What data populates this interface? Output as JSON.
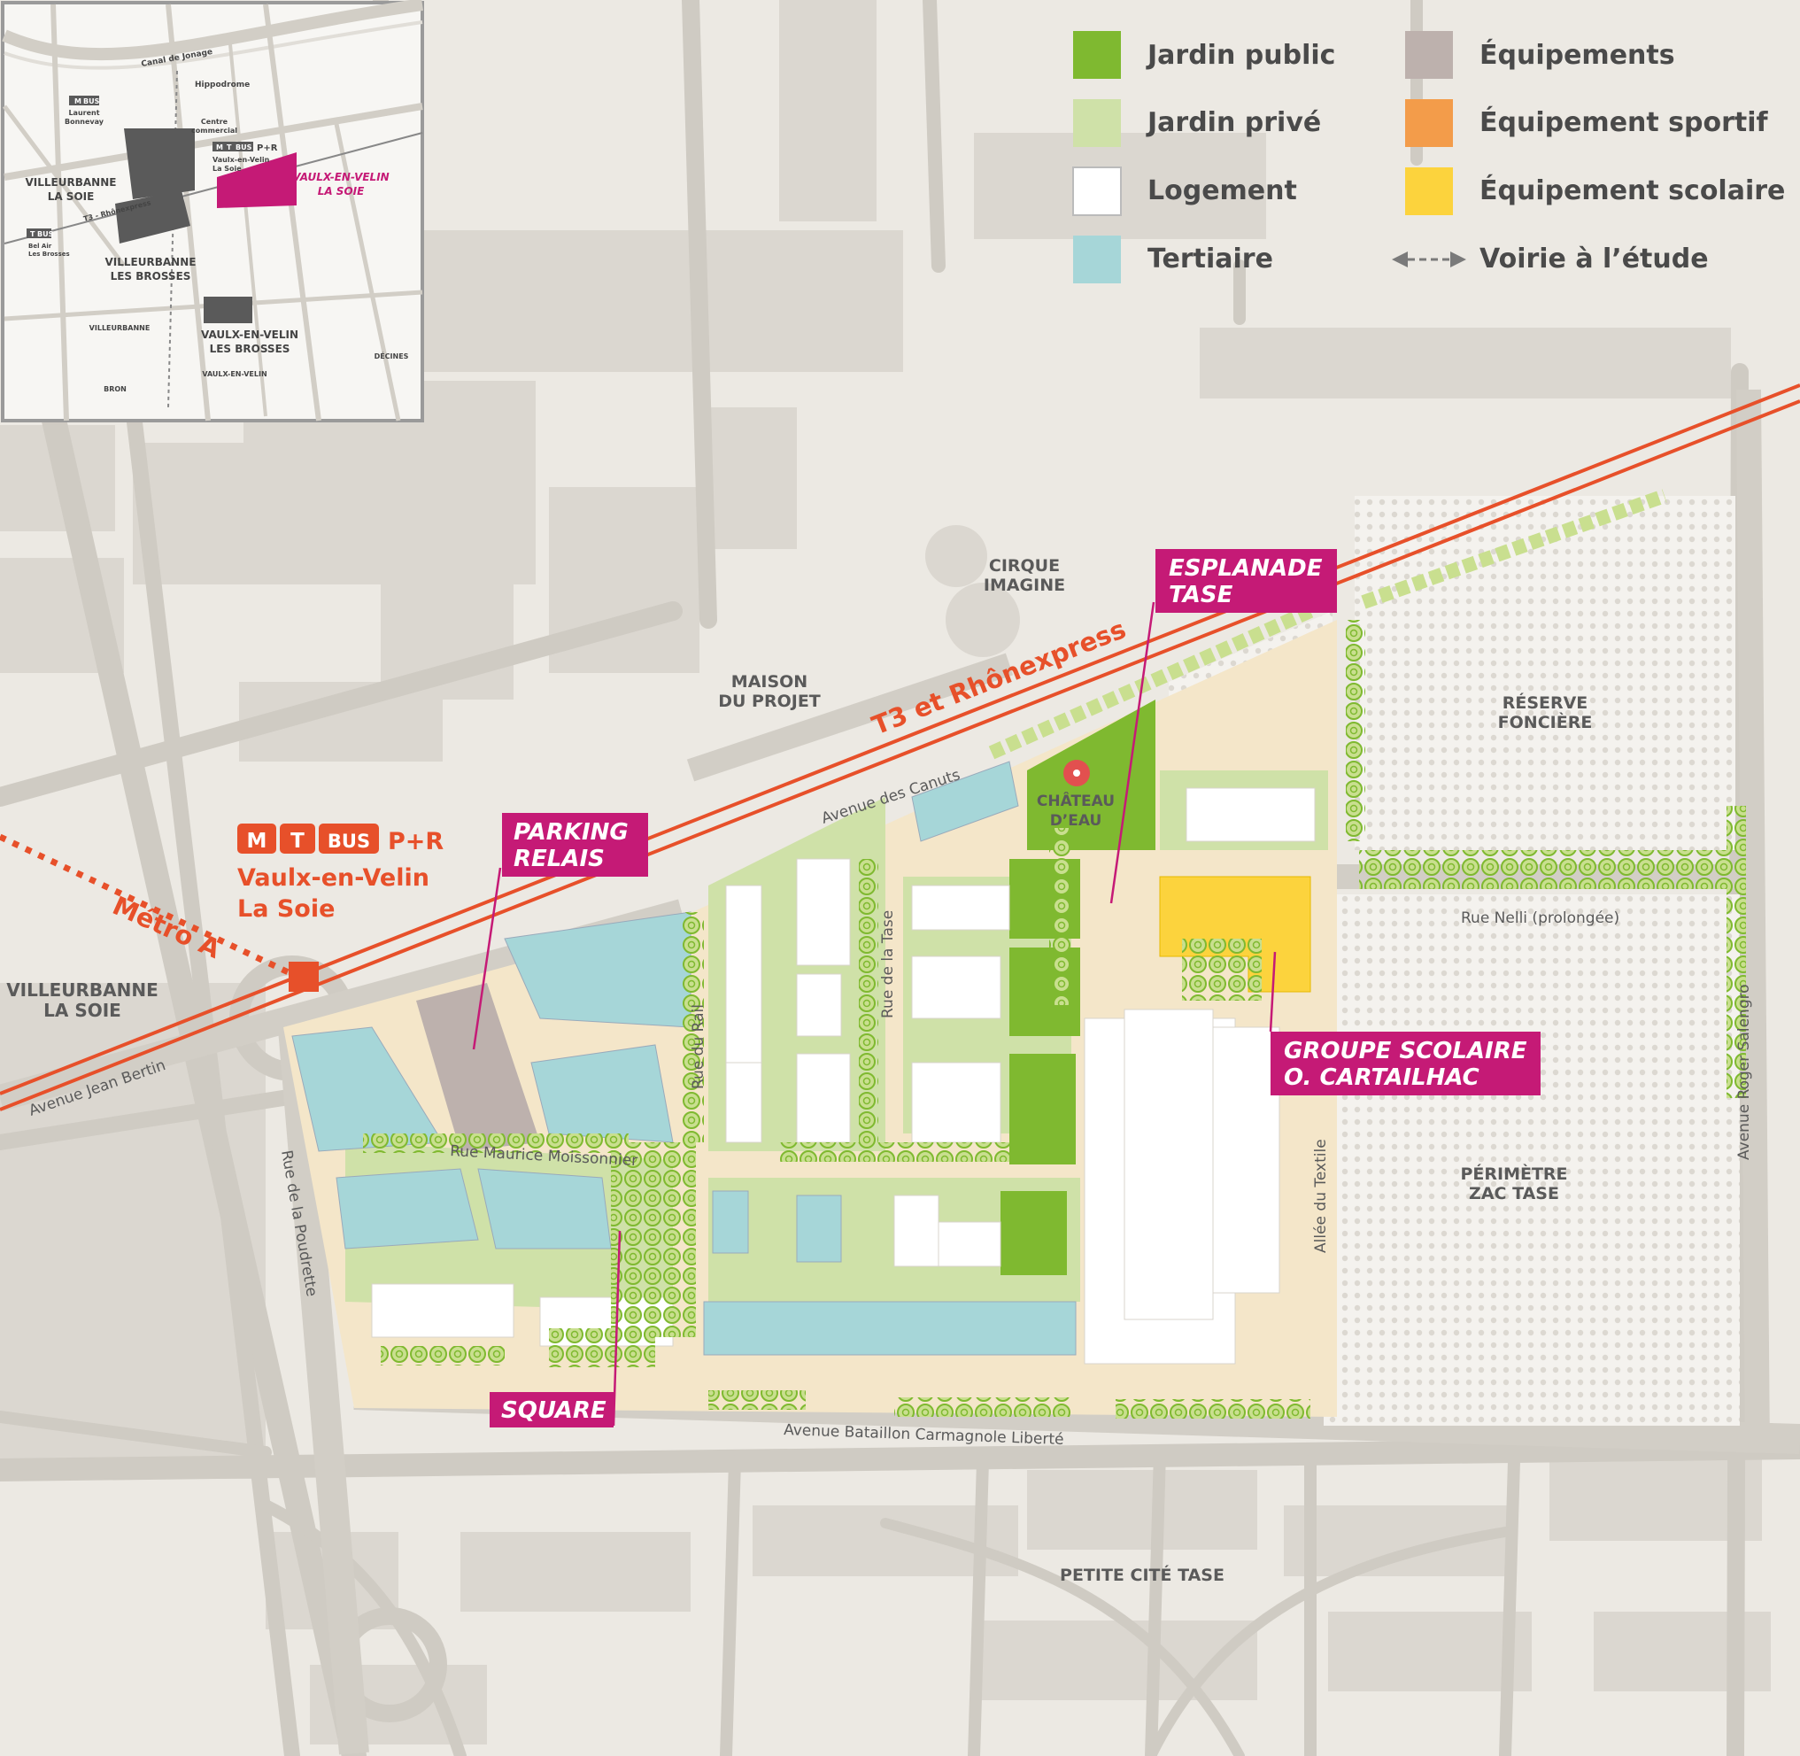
{
  "legend": {
    "items": [
      {
        "label": "Jardin public",
        "color": "#7fb930",
        "kind": "swatch"
      },
      {
        "label": "Jardin privé",
        "color": "#cfe1a8",
        "kind": "swatch"
      },
      {
        "label": "Logement",
        "color": "#ffffff",
        "kind": "swatch"
      },
      {
        "label": "Tertiaire",
        "color": "#a6d6d8",
        "kind": "swatch"
      },
      {
        "label": "Équipements",
        "color": "#bdb1ad",
        "kind": "swatch"
      },
      {
        "label": "Équipement sportif",
        "color": "#f39c4a",
        "kind": "swatch"
      },
      {
        "label": "Équipement scolaire",
        "color": "#fcd33d",
        "kind": "swatch"
      },
      {
        "label": "Voirie à l’étude",
        "color": "#7a7a7a",
        "kind": "arrow"
      }
    ]
  },
  "callouts": {
    "esplanade": [
      "ESPLANADE",
      "TASE"
    ],
    "parking": [
      "PARKING",
      "RELAIS"
    ],
    "groupe": [
      "GROUPE SCOLAIRE",
      "O. CARTAILHAC"
    ],
    "square": [
      "SQUARE"
    ]
  },
  "station": {
    "badges": [
      "M",
      "T",
      "BUS"
    ],
    "pr": "P+R",
    "name_line1": "Vaulx-en-Velin",
    "name_line2": "La Soie"
  },
  "lines": {
    "tram": "T3 et Rhônexpress",
    "metro": "Métro A"
  },
  "places": {
    "cirque": [
      "CIRQUE",
      "IMAGINE"
    ],
    "maison": [
      "MAISON",
      "DU PROJET"
    ],
    "chateau": [
      "CHÂTEAU",
      "D’EAU"
    ],
    "reserve": [
      "RÉSERVE",
      "FONCIÈRE"
    ],
    "perimetre": [
      "PÉRIMÈTRE",
      "ZAC TASE"
    ],
    "villeurbanne": [
      "VILLEURBANNE",
      "LA SOIE"
    ],
    "petite_cite": "PETITE CITÉ TASE"
  },
  "streets": {
    "canuts": "Avenue des Canuts",
    "tase_rue": "Rue de la Tase",
    "rail": "Rue du Rail",
    "moissonnier": "Rue Maurice Moissonnier",
    "poudrette": "Rue de la Poudrette",
    "bertin": "Avenue Jean Bertin",
    "carmagnole": "Avenue Bataillon Carmagnole Liberté",
    "nelli": "Rue Nelli (prolongée)",
    "textile": "Allée du Textile",
    "salengro": "Avenue Roger Salengro"
  },
  "inset": {
    "canal": "Canal de Jonage",
    "hippodrome": "Hippodrome",
    "centre": [
      "Centre",
      "commercial"
    ],
    "laurent_badges": [
      "M",
      "BUS"
    ],
    "laurent": [
      "Laurent",
      "Bonnevay"
    ],
    "soie_badges": [
      "M",
      "T",
      "BUS"
    ],
    "soie_pr": "P+R",
    "soie_stop": [
      "Vaulx-en-Velin",
      "La Soie"
    ],
    "belair_badges": [
      "T",
      "BUS"
    ],
    "belair": [
      "Bel Air",
      "Les Brosses"
    ],
    "tram": "T3 - Rhônexpress",
    "vaulx_soie": [
      "VAULX-EN-VELIN",
      "LA SOIE"
    ],
    "villeurbanne_soie": [
      "VILLEURBANNE",
      "LA SOIE"
    ],
    "villeurbanne_brosses": [
      "VILLEURBANNE",
      "LES BROSSES"
    ],
    "vaulx_brosses": [
      "VAULX-EN-VELIN",
      "LES BROSSES"
    ],
    "villeurbanne": "VILLEURBANNE",
    "bron": "BRON",
    "vaulx": "VAULX-EN-VELIN",
    "decines": "DÉCINES"
  }
}
